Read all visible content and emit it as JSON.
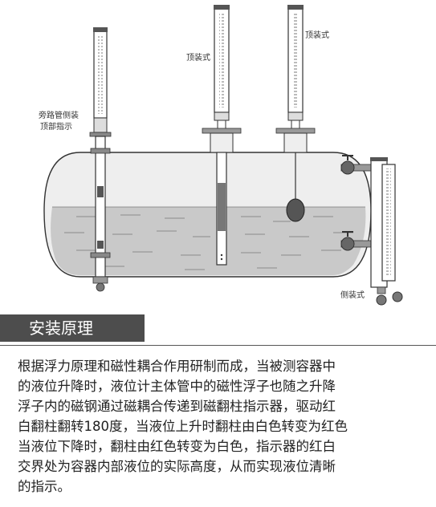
{
  "labels": {
    "bypass_line1": "旁路管侧装",
    "bypass_line2": "顶部指示",
    "top_mount_1": "顶装式",
    "top_mount_2": "顶装式",
    "side_mount": "侧装式"
  },
  "section": {
    "title": "安装原理"
  },
  "description": [
    "根据浮力原理和磁性耦合作用研制而成，当被测容器中",
    "的液位升降时，液位计主体管中的磁性浮子也随之升降",
    "浮子内的磁钢通过磁耦合传递到磁翻柱指示器，驱动红",
    "白翻柱翻转180度，当液位上升时翻柱由白色转变为红色",
    "当液位下降时，翻柱由红色转变为白色，指示器的红白",
    "交界处为容器内部液位的实际高度，从而实现液位清晰",
    "的指示。"
  ],
  "colors": {
    "tank_fill": "#eeeeee",
    "liquid": "#c9c9c9",
    "header_bar": "#4d4d4d",
    "text": "#222222"
  }
}
